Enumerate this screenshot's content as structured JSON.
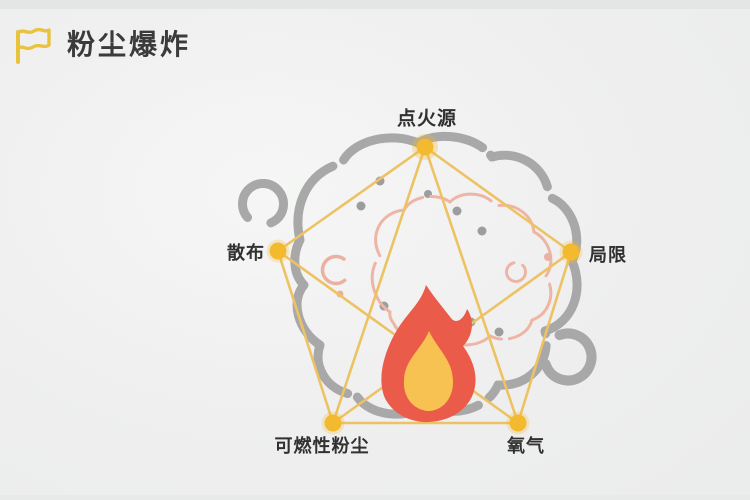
{
  "page": {
    "background_color": "#efefef"
  },
  "header": {
    "title": "粉尘爆炸",
    "icon": "flag-icon",
    "icon_color": "#e9c33e",
    "title_color": "#3b3b3b"
  },
  "diagram": {
    "name": "dust-explosion-pentagon",
    "center_icon": "flame-icon",
    "background_icons": [
      "dust-cloud-icon",
      "smoke-ring-icon",
      "dust-particle-dots"
    ],
    "vertices": [
      {
        "id": "ignition-source",
        "label": "点火源",
        "position": "top"
      },
      {
        "id": "dispersion",
        "label": "散布",
        "position": "left"
      },
      {
        "id": "confinement",
        "label": "局限",
        "position": "right"
      },
      {
        "id": "combustible-dust",
        "label": "可燃性粉尘",
        "position": "bottom-left"
      },
      {
        "id": "oxygen",
        "label": "氧气",
        "position": "bottom-right"
      }
    ],
    "colors": {
      "pentagon_line": "#edc263",
      "vertex_dot": "#f3b92f",
      "cloud_outline": "#a8a8a8",
      "dust_cloud_outline": "#eeb5a5",
      "flame_outer": "#ea5b49",
      "flame_inner": "#f7c251",
      "label_text": "#313131"
    }
  }
}
